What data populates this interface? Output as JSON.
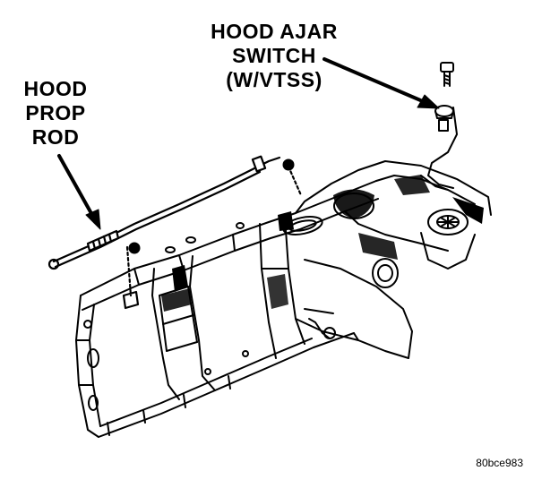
{
  "callouts": {
    "hood_ajar_switch": [
      "HOOD AJAR",
      "SWITCH",
      "(W/VTSS)"
    ],
    "hood_prop_rod": [
      "HOOD",
      "PROP",
      "ROD"
    ]
  },
  "figure_id": "80bce983",
  "colors": {
    "ink": "#000000",
    "paper": "#ffffff"
  }
}
